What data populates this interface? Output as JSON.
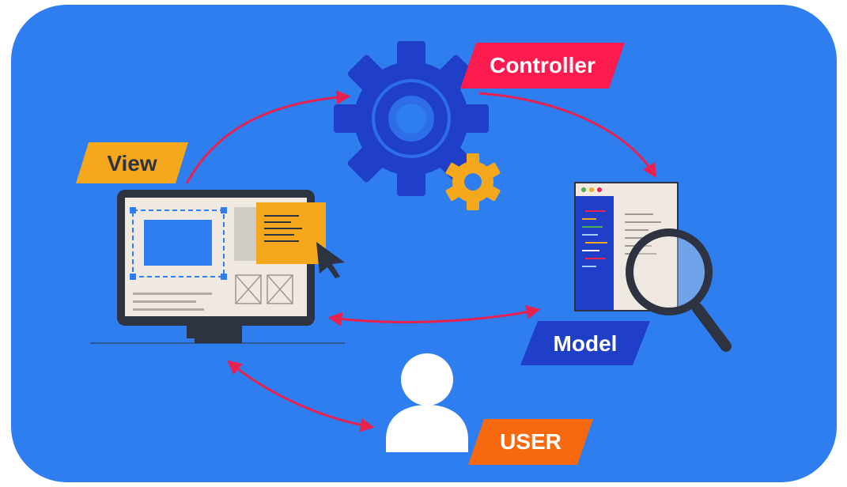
{
  "labels": {
    "view": "View",
    "controller": "Controller",
    "model": "Model",
    "user": "USER"
  },
  "colors": {
    "background_panel": "#2f7ef0",
    "view_tag": "#f6a81c",
    "controller_tag": "#fb1b4e",
    "model_tag": "#1f3fc9",
    "user_tag": "#f7690f",
    "arrow": "#e8214f",
    "gear_large": "#1f3fc9",
    "gear_small": "#f6a81c",
    "monitor_frame": "#2d3340",
    "monitor_screen": "#efe9e1",
    "magnifier": "#2d3340"
  },
  "icons": [
    "gear-icon",
    "monitor-icon",
    "code-window-icon",
    "magnifier-icon",
    "user-icon",
    "cursor-icon"
  ]
}
